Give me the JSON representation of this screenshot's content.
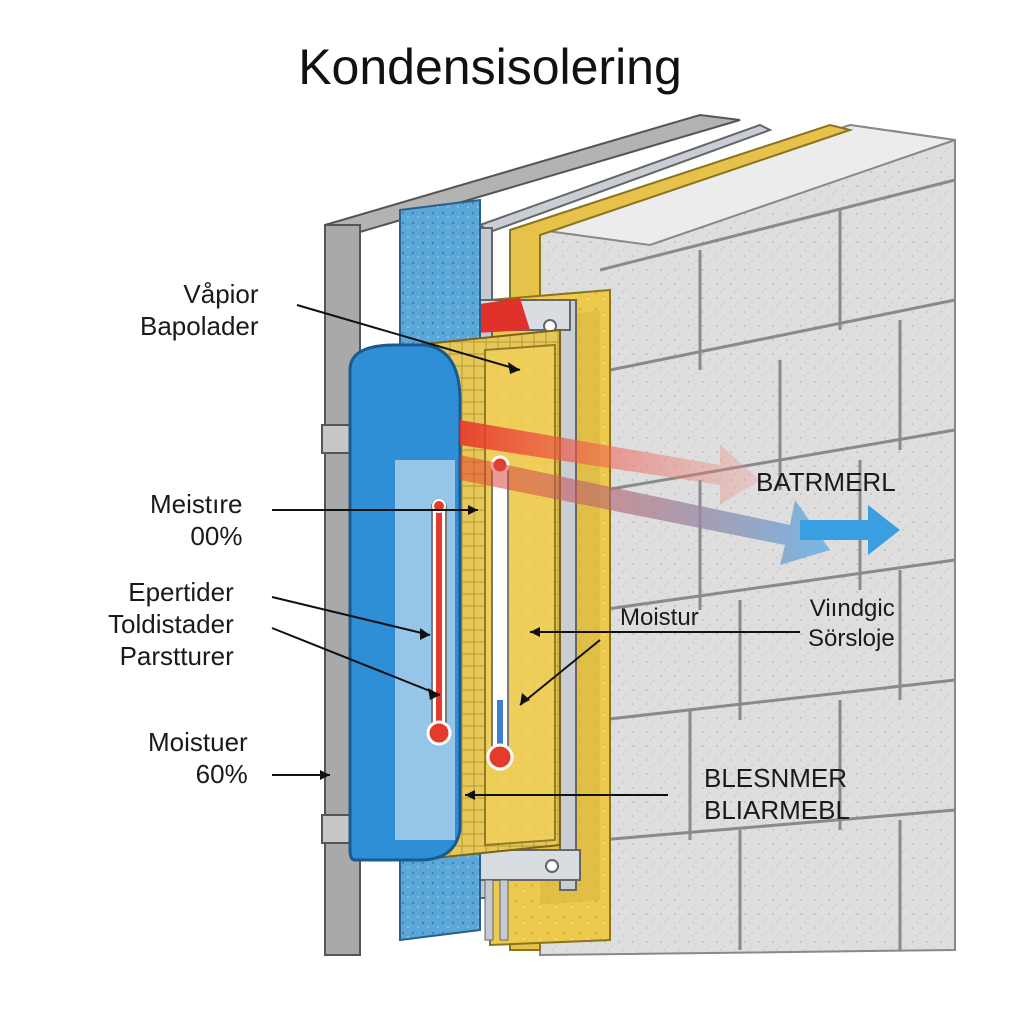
{
  "title": "Kondensisolering",
  "labels": {
    "vapor": [
      "Våpior",
      "Bapolader"
    ],
    "meistire": [
      "Meistıre",
      "00%"
    ],
    "epertider": [
      "Epertider",
      "Toldistader",
      "Parstturer"
    ],
    "moistuer": [
      "Moistuer",
      "60%"
    ],
    "batrmerl": "BATRMERL",
    "moistur": "Moistur",
    "vindgic": [
      "Viındgic",
      "Sörsloje"
    ],
    "blesnmer": [
      "BLESNMER",
      "BLIARMEBL"
    ]
  },
  "colors": {
    "foam_blue": "#2e8fd6",
    "insulation_yellow": "#e8c64a",
    "brick_gray": "#dcdcdc",
    "heat_red": "#e53b2c",
    "air_blue": "#3a9fe0"
  }
}
